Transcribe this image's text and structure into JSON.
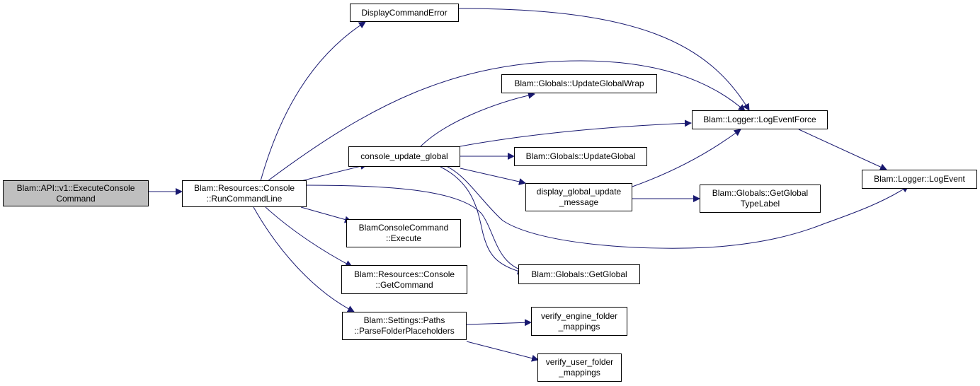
{
  "graph": {
    "colors": {
      "edge": "#191970",
      "root_fill": "#bfbfbf",
      "node_fill": "#ffffff",
      "border": "#000000"
    },
    "nodes": {
      "execute_console_command": [
        "Blam::API::v1::ExecuteConsole",
        "Command"
      ],
      "run_command_line": [
        "Blam::Resources::Console",
        "::RunCommandLine"
      ],
      "display_command_error": [
        "DisplayCommandError"
      ],
      "console_update_global": [
        "console_update_global"
      ],
      "blam_console_command_execute": [
        "BlamConsoleCommand",
        "::Execute"
      ],
      "get_command": [
        "Blam::Resources::Console",
        "::GetCommand"
      ],
      "parse_folder_placeholders": [
        "Blam::Settings::Paths",
        "::ParseFolderPlaceholders"
      ],
      "update_global_wrap": [
        "Blam::Globals::UpdateGlobalWrap"
      ],
      "log_event_force": [
        "Blam::Logger::LogEventForce"
      ],
      "update_global": [
        "Blam::Globals::UpdateGlobal"
      ],
      "display_global_update_message": [
        "display_global_update",
        "_message"
      ],
      "get_global": [
        "Blam::Globals::GetGlobal"
      ],
      "get_global_type_label": [
        "Blam::Globals::GetGlobal",
        "TypeLabel"
      ],
      "log_event": [
        "Blam::Logger::LogEvent"
      ],
      "verify_engine_folder_mappings": [
        "verify_engine_folder",
        "_mappings"
      ],
      "verify_user_folder_mappings": [
        "verify_user_folder",
        "_mappings"
      ]
    }
  }
}
